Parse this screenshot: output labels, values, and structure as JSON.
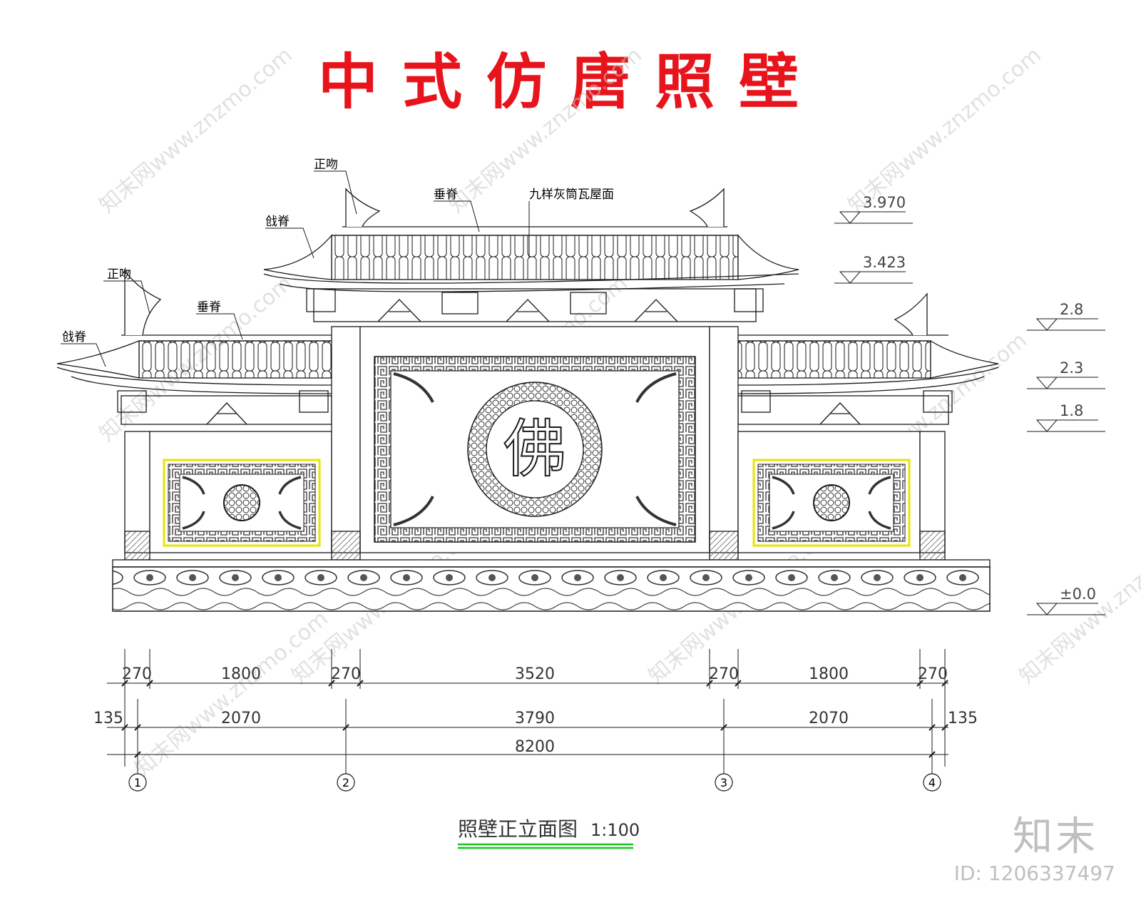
{
  "title": "中式仿唐照壁",
  "labels": {
    "zhengwen": "正吻",
    "chuiji": "垂脊",
    "qiangji": "戗脊",
    "roof": "九样灰筒瓦屋面",
    "center_char": "佛"
  },
  "elevations": [
    "3.970",
    "3.423",
    "2.8",
    "2.3",
    "1.8",
    "±0.0"
  ],
  "dims_row1": [
    "270",
    "1800",
    "270",
    "3520",
    "270",
    "1800",
    "270"
  ],
  "dims_row2": [
    "135",
    "2070",
    "3790",
    "2070",
    "135"
  ],
  "dims_total": "8200",
  "axes": [
    "1",
    "2",
    "3",
    "4"
  ],
  "caption": {
    "name": "照壁正立面图",
    "scale": "1:100"
  },
  "watermark": "知末网www.znzmo.com",
  "brand": "知末",
  "image_id": "ID: 1206337497",
  "colors": {
    "title": "#e8141c",
    "line": "#1a1a1a",
    "highlight": "#e6e600",
    "underline": "#19c419",
    "watermark": "#c8c8c8"
  }
}
